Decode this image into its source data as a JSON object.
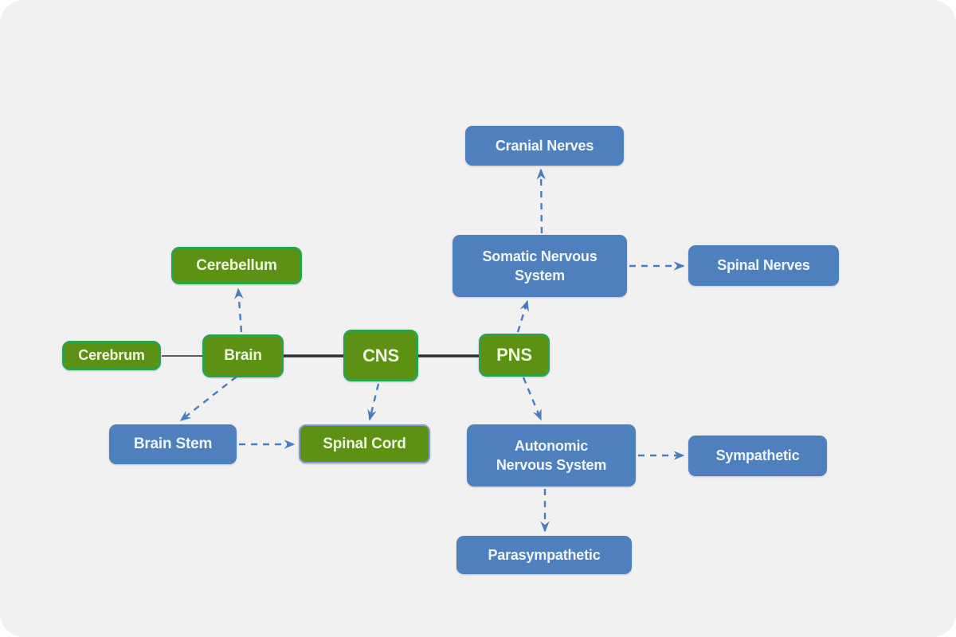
{
  "page": {
    "background": "#ffffff",
    "canvas_background": "#f1f1f2"
  },
  "palette": {
    "green_fill": "#5c9114",
    "green_border": "#2ba348",
    "green_text": "#f1f6e2",
    "muted_blue_border": "#7d9ecb",
    "blue_fill": "#4f80be",
    "blue_text": "#f2f6fc",
    "dashed_arrow_color": "#4a7dbd",
    "trunk_line_color": "#2c2f33",
    "thin_line_color": "#43474c"
  },
  "nodes": {
    "cns": {
      "label": "CNS",
      "style": "green"
    },
    "pns": {
      "label": "PNS",
      "style": "green"
    },
    "brain": {
      "label": "Brain",
      "style": "green"
    },
    "cerebrum": {
      "label": "Cerebrum",
      "style": "green"
    },
    "cerebellum": {
      "label": "Cerebellum",
      "style": "green"
    },
    "brain_stem": {
      "label": "Brain Stem",
      "style": "blue"
    },
    "spinal_cord": {
      "label": "Spinal Cord",
      "style": "green-muted-border"
    },
    "somatic": {
      "label": "Somatic Nervous\nSystem",
      "style": "blue"
    },
    "cranial_nerves": {
      "label": "Cranial Nerves",
      "style": "blue"
    },
    "spinal_nerves": {
      "label": "Spinal Nerves",
      "style": "blue"
    },
    "autonomic": {
      "label": "Autonomic\nNervous System",
      "style": "blue"
    },
    "sympathetic": {
      "label": "Sympathetic",
      "style": "blue"
    },
    "parasympathetic": {
      "label": "Parasympathetic",
      "style": "blue"
    }
  },
  "edges": [
    {
      "from": "Cerebrum",
      "to": "Brain",
      "style": "solid-thin"
    },
    {
      "from": "Brain",
      "to": "CNS",
      "style": "solid-thick"
    },
    {
      "from": "CNS",
      "to": "PNS",
      "style": "solid-thick"
    },
    {
      "from": "Brain",
      "to": "Cerebellum",
      "style": "dashed-arrow"
    },
    {
      "from": "Brain",
      "to": "Brain Stem",
      "style": "dashed-arrow"
    },
    {
      "from": "Brain Stem",
      "to": "Spinal Cord",
      "style": "dashed-arrow"
    },
    {
      "from": "CNS",
      "to": "Spinal Cord",
      "style": "dashed-arrow"
    },
    {
      "from": "PNS",
      "to": "Somatic Nervous System",
      "style": "dashed-arrow"
    },
    {
      "from": "Somatic Nervous System",
      "to": "Cranial Nerves",
      "style": "dashed-arrow"
    },
    {
      "from": "Somatic Nervous System",
      "to": "Spinal Nerves",
      "style": "dashed-arrow"
    },
    {
      "from": "PNS",
      "to": "Autonomic Nervous System",
      "style": "dashed-arrow"
    },
    {
      "from": "Autonomic Nervous System",
      "to": "Sympathetic",
      "style": "dashed-arrow"
    },
    {
      "from": "Autonomic Nervous System",
      "to": "Parasympathetic",
      "style": "dashed-arrow"
    }
  ]
}
